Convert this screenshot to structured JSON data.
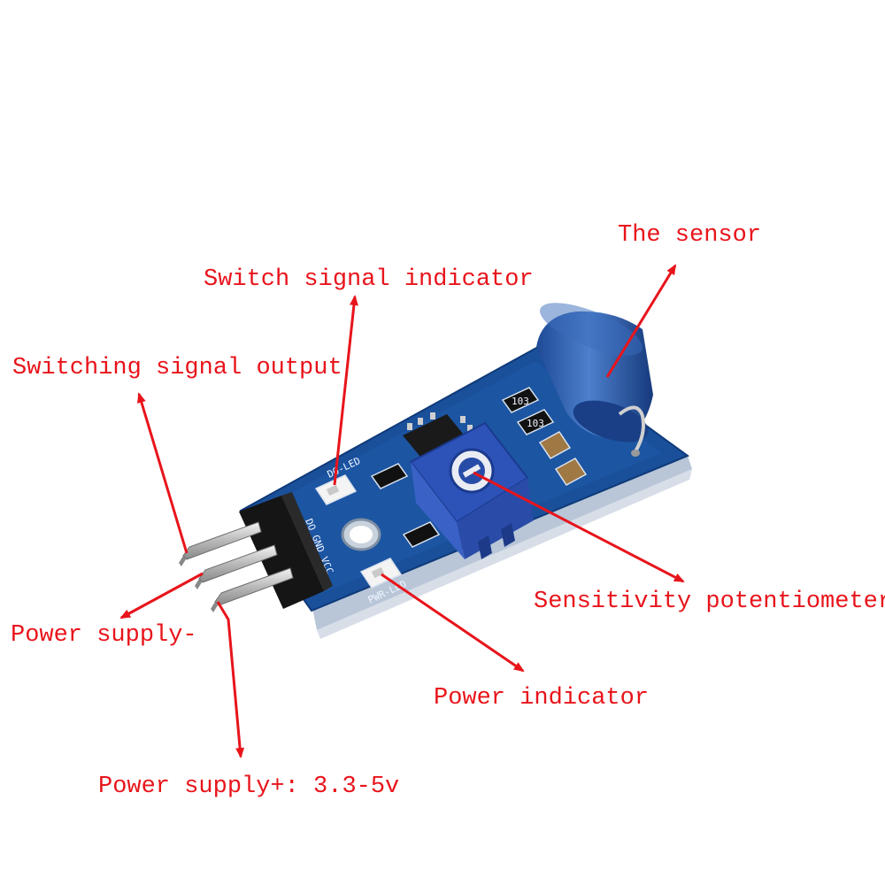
{
  "annotations": {
    "the_sensor": "The sensor",
    "switch_signal_indicator": "Switch signal indicator",
    "switching_signal_output": "Switching signal output",
    "power_supply_minus": "Power supply-",
    "power_supply_plus": "Power supply+: 3.3-5v",
    "sensitivity_potentiometer": "Sensitivity potentiometer",
    "power_indicator": "Power indicator"
  },
  "board_silkscreen": {
    "pins": "DO GND VCC",
    "do_led": "DO-LED",
    "pwr_led": "PWR-LED",
    "resistor_code": "103"
  },
  "colors": {
    "annotation": "#e8141b",
    "pcb": "#1a4f9a",
    "sensor": "#3566b4",
    "potentiometer": "#2d52b8"
  }
}
